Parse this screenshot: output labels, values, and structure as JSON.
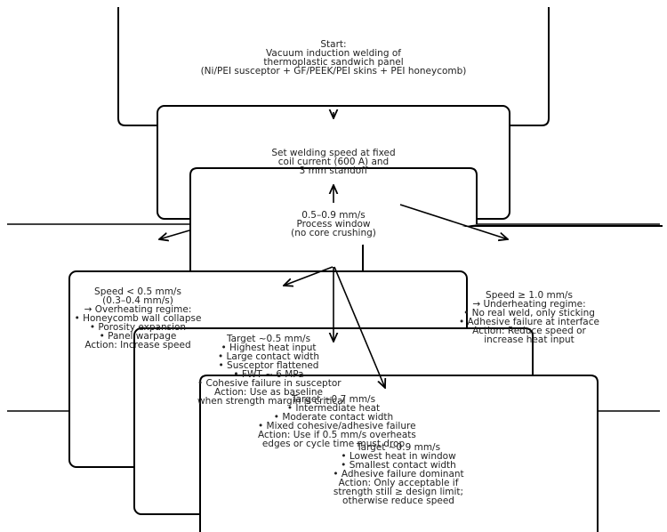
{
  "nodes": {
    "start": {
      "lines": [
        "Start:",
        "Vacuum induction welding of",
        "thermoplastic sandwich panel",
        "(Ni/PEI susceptor + GF/PEEK/PEI skins + PEI honeycomb)"
      ]
    },
    "set_speed": {
      "lines": [
        "Set welding speed at fixed",
        "coil current (600 A) and",
        "3 mm standoff"
      ]
    },
    "process_window": {
      "lines": [
        "0.5–0.9 mm/s",
        "Process window",
        "(no core crushing)"
      ]
    },
    "overheating": {
      "lines": [
        "Speed < 0.5 mm/s",
        "(0.3–0.4 mm/s)",
        "→ Overheating regime:",
        "• Honeycomb wall collapse",
        "• Porosity expansion",
        "• Panel warpage",
        "Action: Increase speed"
      ]
    },
    "underheating": {
      "lines": [
        "Speed ≥ 1.0 mm/s",
        "→ Underheating regime:",
        "• No real weld, only sticking",
        "• Adhesive failure at interface",
        "Action: Reduce speed or",
        "increase heat input"
      ]
    },
    "target_05": {
      "lines": [
        "Target ~0.5 mm/s",
        "• Highest heat input",
        "• Large contact width",
        "• Susceptor flattened",
        "• FWT ~ 6 MPa",
        "• Cohesive failure in susceptor",
        "Action: Use as baseline",
        "when strength margin is critical"
      ]
    },
    "target_07": {
      "lines": [
        "Target ~0.7 mm/s",
        "• Intermediate heat",
        "• Moderate contact width",
        "• Mixed cohesive/adhesive failure",
        "Action: Use if 0.5 mm/s overheats",
        "edges or cycle time must drop"
      ]
    },
    "target_09": {
      "lines": [
        "Target ~0.9 mm/s",
        "• Lowest heat in window",
        "• Smallest contact width",
        "• Adhesive failure dominant",
        "Action: Only acceptable if",
        "strength still ≥ design limit;",
        "otherwise reduce speed"
      ]
    }
  },
  "colors": {
    "stroke": "#000000",
    "text": "#222222",
    "background": "#ffffff"
  }
}
